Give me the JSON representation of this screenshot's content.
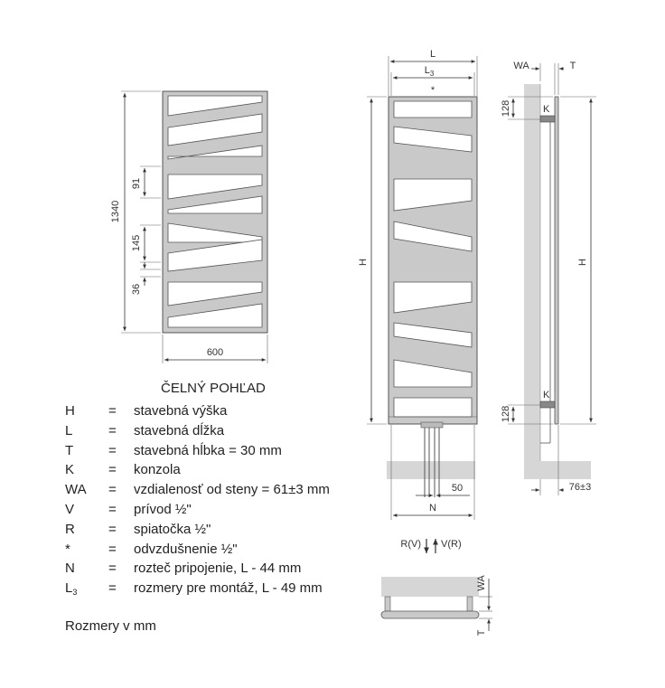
{
  "front_view": {
    "caption": "ČELNÝ POHĽAD",
    "dim_height": "1340",
    "dim_width": "600",
    "dim_gap_91": "91",
    "dim_gap_145": "145",
    "dim_gap_36": "36"
  },
  "side_view_labels": {
    "L": "L",
    "L3": "L",
    "L3_sub": "3",
    "H_left": "H",
    "H_right": "H",
    "star": "*",
    "WA_top": "WA",
    "T_top": "T",
    "K_top": "K",
    "K_bottom": "K",
    "dim_128_top": "128",
    "dim_128_bottom": "128",
    "dim_76": "76±3",
    "dim_50": "50",
    "N": "N",
    "RV": "R(V)",
    "VR": "V(R)",
    "WA_bottom": "WA",
    "T_bottom": "T"
  },
  "legend": [
    {
      "sym": "H",
      "eq": "=",
      "desc": "stavebná výška"
    },
    {
      "sym": "L",
      "eq": "=",
      "desc": "stavebná dĺžka"
    },
    {
      "sym": "T",
      "eq": "=",
      "desc": "stavebná hĺbka = 30 mm"
    },
    {
      "sym": "K",
      "eq": "=",
      "desc": "konzola"
    },
    {
      "sym": "WA",
      "eq": "=",
      "desc": "vzdialenosť od steny = 61±3 mm"
    },
    {
      "sym": "V",
      "eq": "=",
      "desc": "prívod ½\""
    },
    {
      "sym": "R",
      "eq": "=",
      "desc": "spiatočka ½\""
    },
    {
      "sym": "*",
      "eq": "=",
      "desc": "odvzdušnenie ½\""
    },
    {
      "sym": "N",
      "eq": "=",
      "desc": "rozteč pripojenie, L - 44 mm"
    },
    {
      "sym": "L",
      "sub": "3",
      "eq": "=",
      "desc": "rozmery pre montáž, L - 49 mm"
    }
  ],
  "units_note": "Rozmery v mm",
  "colors": {
    "radiator": "#c9c9c9",
    "outline": "#555555",
    "wall": "#d6d6d6"
  }
}
